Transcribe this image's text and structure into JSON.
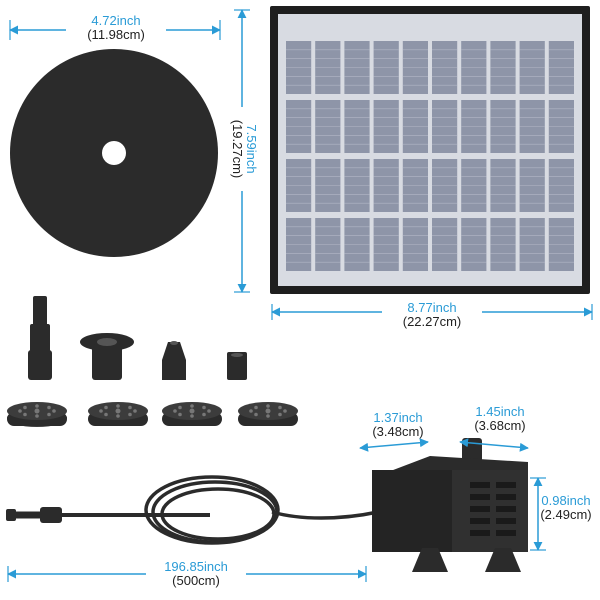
{
  "colors": {
    "accent": "#2a9bd6",
    "product": "#2a2a2a",
    "panel_cell": "#8e95a8",
    "panel_frame": "#1e1e1e"
  },
  "dimensions": {
    "disc_width": {
      "inch": "4.72inch",
      "cm": "(11.98cm)"
    },
    "panel_height": {
      "inch": "7.59inch",
      "cm": "(19.27cm)"
    },
    "panel_width": {
      "inch": "8.77inch",
      "cm": "(22.27cm)"
    },
    "pump_length": {
      "inch": "1.37inch",
      "cm": "(3.48cm)"
    },
    "pump_width": {
      "inch": "1.45inch",
      "cm": "(3.68cm)"
    },
    "pump_height": {
      "inch": "0.98inch",
      "cm": "(2.49cm)"
    },
    "cable_length": {
      "inch": "196.85inch",
      "cm": "(500cm)"
    }
  }
}
